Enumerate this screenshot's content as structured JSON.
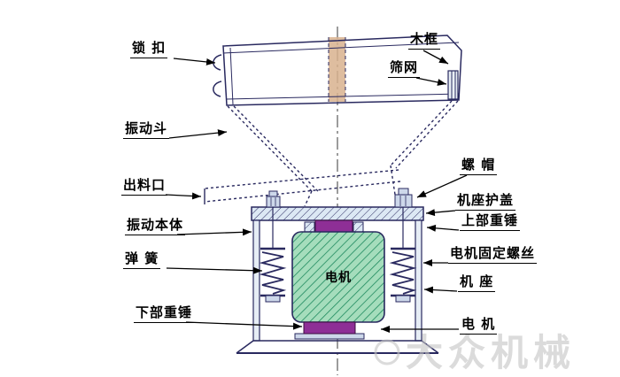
{
  "diagram": {
    "title": "vibrating-sieve-machine-schematic",
    "labels": {
      "lock": "锁 扣",
      "wood_frame": "木框",
      "screen_mesh": "筛网",
      "vibrating_hopper": "振动斗",
      "discharge_outlet": "出料口",
      "nut": "螺 帽",
      "base_cover": "机座护盖",
      "upper_weight": "上部重锤",
      "vibrating_body": "振动本体",
      "spring": "弹 簧",
      "motor_fixing_screw": "电机固定螺丝",
      "base": "机 座",
      "lower_weight": "下部重锤",
      "motor": "电 机",
      "motor_inner": "电机"
    },
    "watermark": "大众机械",
    "colors": {
      "line": "#29295f",
      "label_text": "#000000",
      "motor_fill": "#a5ddbc",
      "motor_hatch": "#1e8a5e",
      "weight_fill": "#8e2f96",
      "hopper_strip": "#d8b28e",
      "watermark": "#c4c4c4"
    }
  }
}
